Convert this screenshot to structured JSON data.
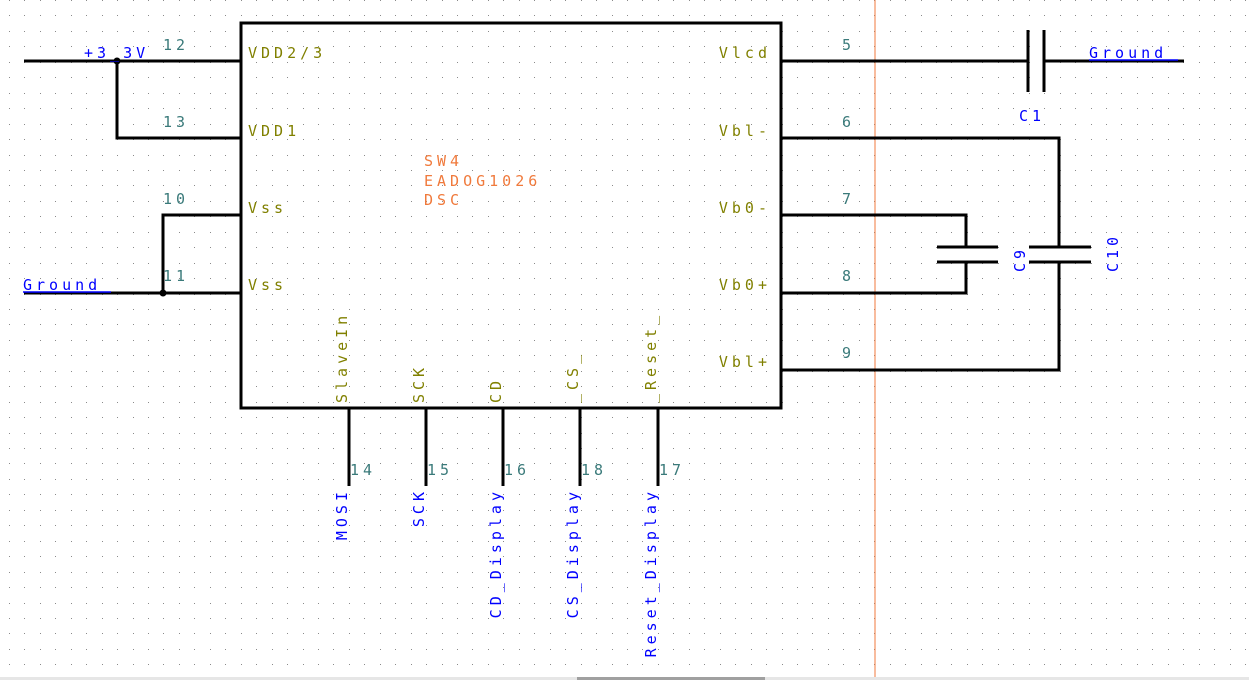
{
  "component": {
    "refdes": "SW4",
    "part": "EADOG1026",
    "package": "DSC"
  },
  "pins_left": [
    {
      "num": "12",
      "name": "VDD2/3"
    },
    {
      "num": "13",
      "name": "VDD1"
    },
    {
      "num": "10",
      "name": "Vss"
    },
    {
      "num": "11",
      "name": "Vss"
    }
  ],
  "pins_right": [
    {
      "num": "5",
      "name": "Vlcd"
    },
    {
      "num": "6",
      "name": "Vbl-"
    },
    {
      "num": "7",
      "name": "Vb0-"
    },
    {
      "num": "8",
      "name": "Vb0+"
    },
    {
      "num": "9",
      "name": "Vbl+"
    }
  ],
  "pins_bottom": [
    {
      "num": "14",
      "name": "SlaveIn",
      "net": "MOSI"
    },
    {
      "num": "15",
      "name": "SCK",
      "net": "SCK"
    },
    {
      "num": "16",
      "name": "CD",
      "net": "CD_Display"
    },
    {
      "num": "18",
      "name": "_CS_",
      "net": "CS_Display"
    },
    {
      "num": "17",
      "name": "_Reset_",
      "net": "Reset_Display"
    }
  ],
  "nets": {
    "supply": "+3_3V",
    "ground_left": "Ground",
    "ground_right": "Ground"
  },
  "capacitors": [
    {
      "ref": "C1"
    },
    {
      "ref": "C9"
    },
    {
      "ref": "C10"
    }
  ],
  "colors": {
    "pin_name": "#808000",
    "pin_number": "#3a7a7a",
    "net_label": "#0000ff",
    "component_ref": "#f07a3c",
    "wire": "#000000",
    "page_border": "#f07a3c"
  }
}
